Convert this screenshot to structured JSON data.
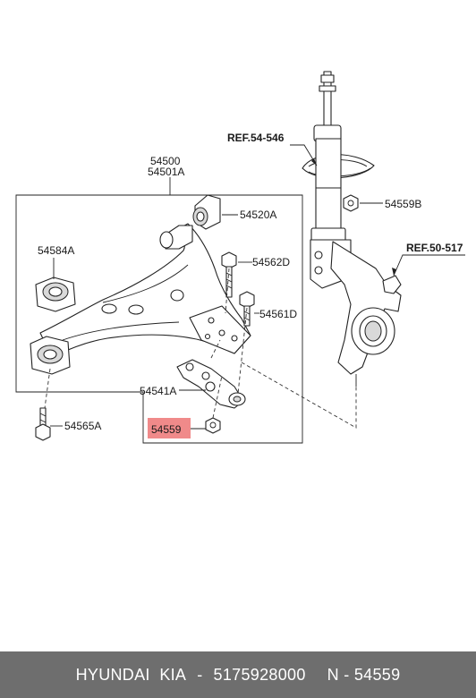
{
  "labels": {
    "ref_strut": "REF.54-546",
    "ref_knuckle": "REF.50-517",
    "arm_assy_1": "54500",
    "arm_assy_2": "54501A",
    "bushing_front": "54520A",
    "bushing_rear": "54584A",
    "bolt_upper": "54562D",
    "bolt_lower": "54561D",
    "ball_joint": "54541A",
    "nut_highlighted": "54559",
    "bolt_rear": "54565A",
    "nut_strut": "54559B"
  },
  "highlight_color": "#f08a8a",
  "footer": {
    "brand": "HYUNDAI  KIA",
    "separator": "-",
    "oem_number": "5175928000",
    "part_ref": "N - 54559"
  }
}
